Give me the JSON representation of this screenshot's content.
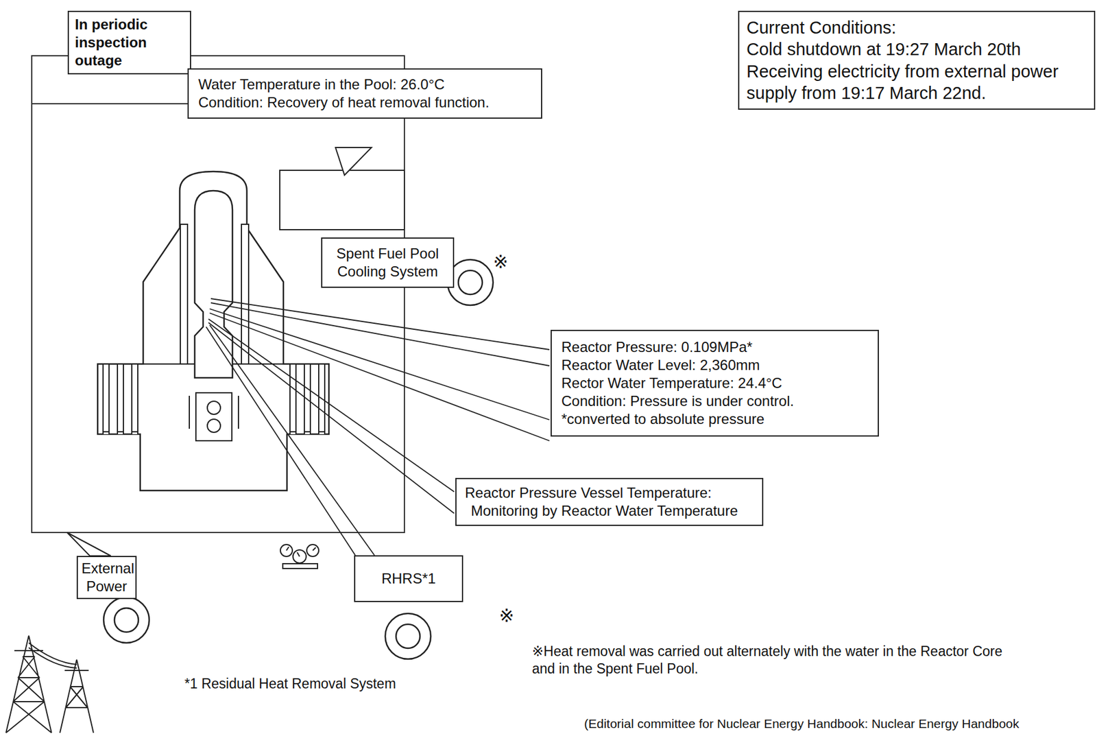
{
  "diagram": {
    "nodes": [
      {
        "text": [
          "In periodic inspection outage"
        ]
      },
      {
        "text": [
          "Current Conditions:",
          "Cold shutdown at 19:27 March 20th",
          "Receiving electricity from external power supply from 19:17 March 22nd."
        ]
      },
      {
        "text": [
          "Water Temperature in the Pool: 26.0°C",
          "Condition: Recovery of heat removal function."
        ]
      },
      {
        "text": [
          "Spent Fuel Pool Cooling System"
        ]
      },
      {
        "text": [
          "Reactor Pressure: 0.109MPa*",
          "Reactor Water Level: 2,360mm",
          "Rector Water Temperature: 24.4°C",
          "Condition: Pressure is under control.",
          "*converted to absolute pressure"
        ]
      },
      {
        "text": [
          "Reactor Pressure Vessel Temperature:",
          "Monitoring by Reactor Water Temperature"
        ]
      },
      {
        "text": [
          "External Power"
        ]
      },
      {
        "text": [
          "RHRS*1"
        ]
      }
    ],
    "labels": [
      "※",
      "※",
      "*1 Residual Heat Removal System",
      "※Heat removal was carried out alternately with the water in the Reactor Core and in the Spent Fuel Pool.",
      "(Editorial committee for Nuclear Energy Handbook: Nuclear Energy Handbook"
    ]
  }
}
